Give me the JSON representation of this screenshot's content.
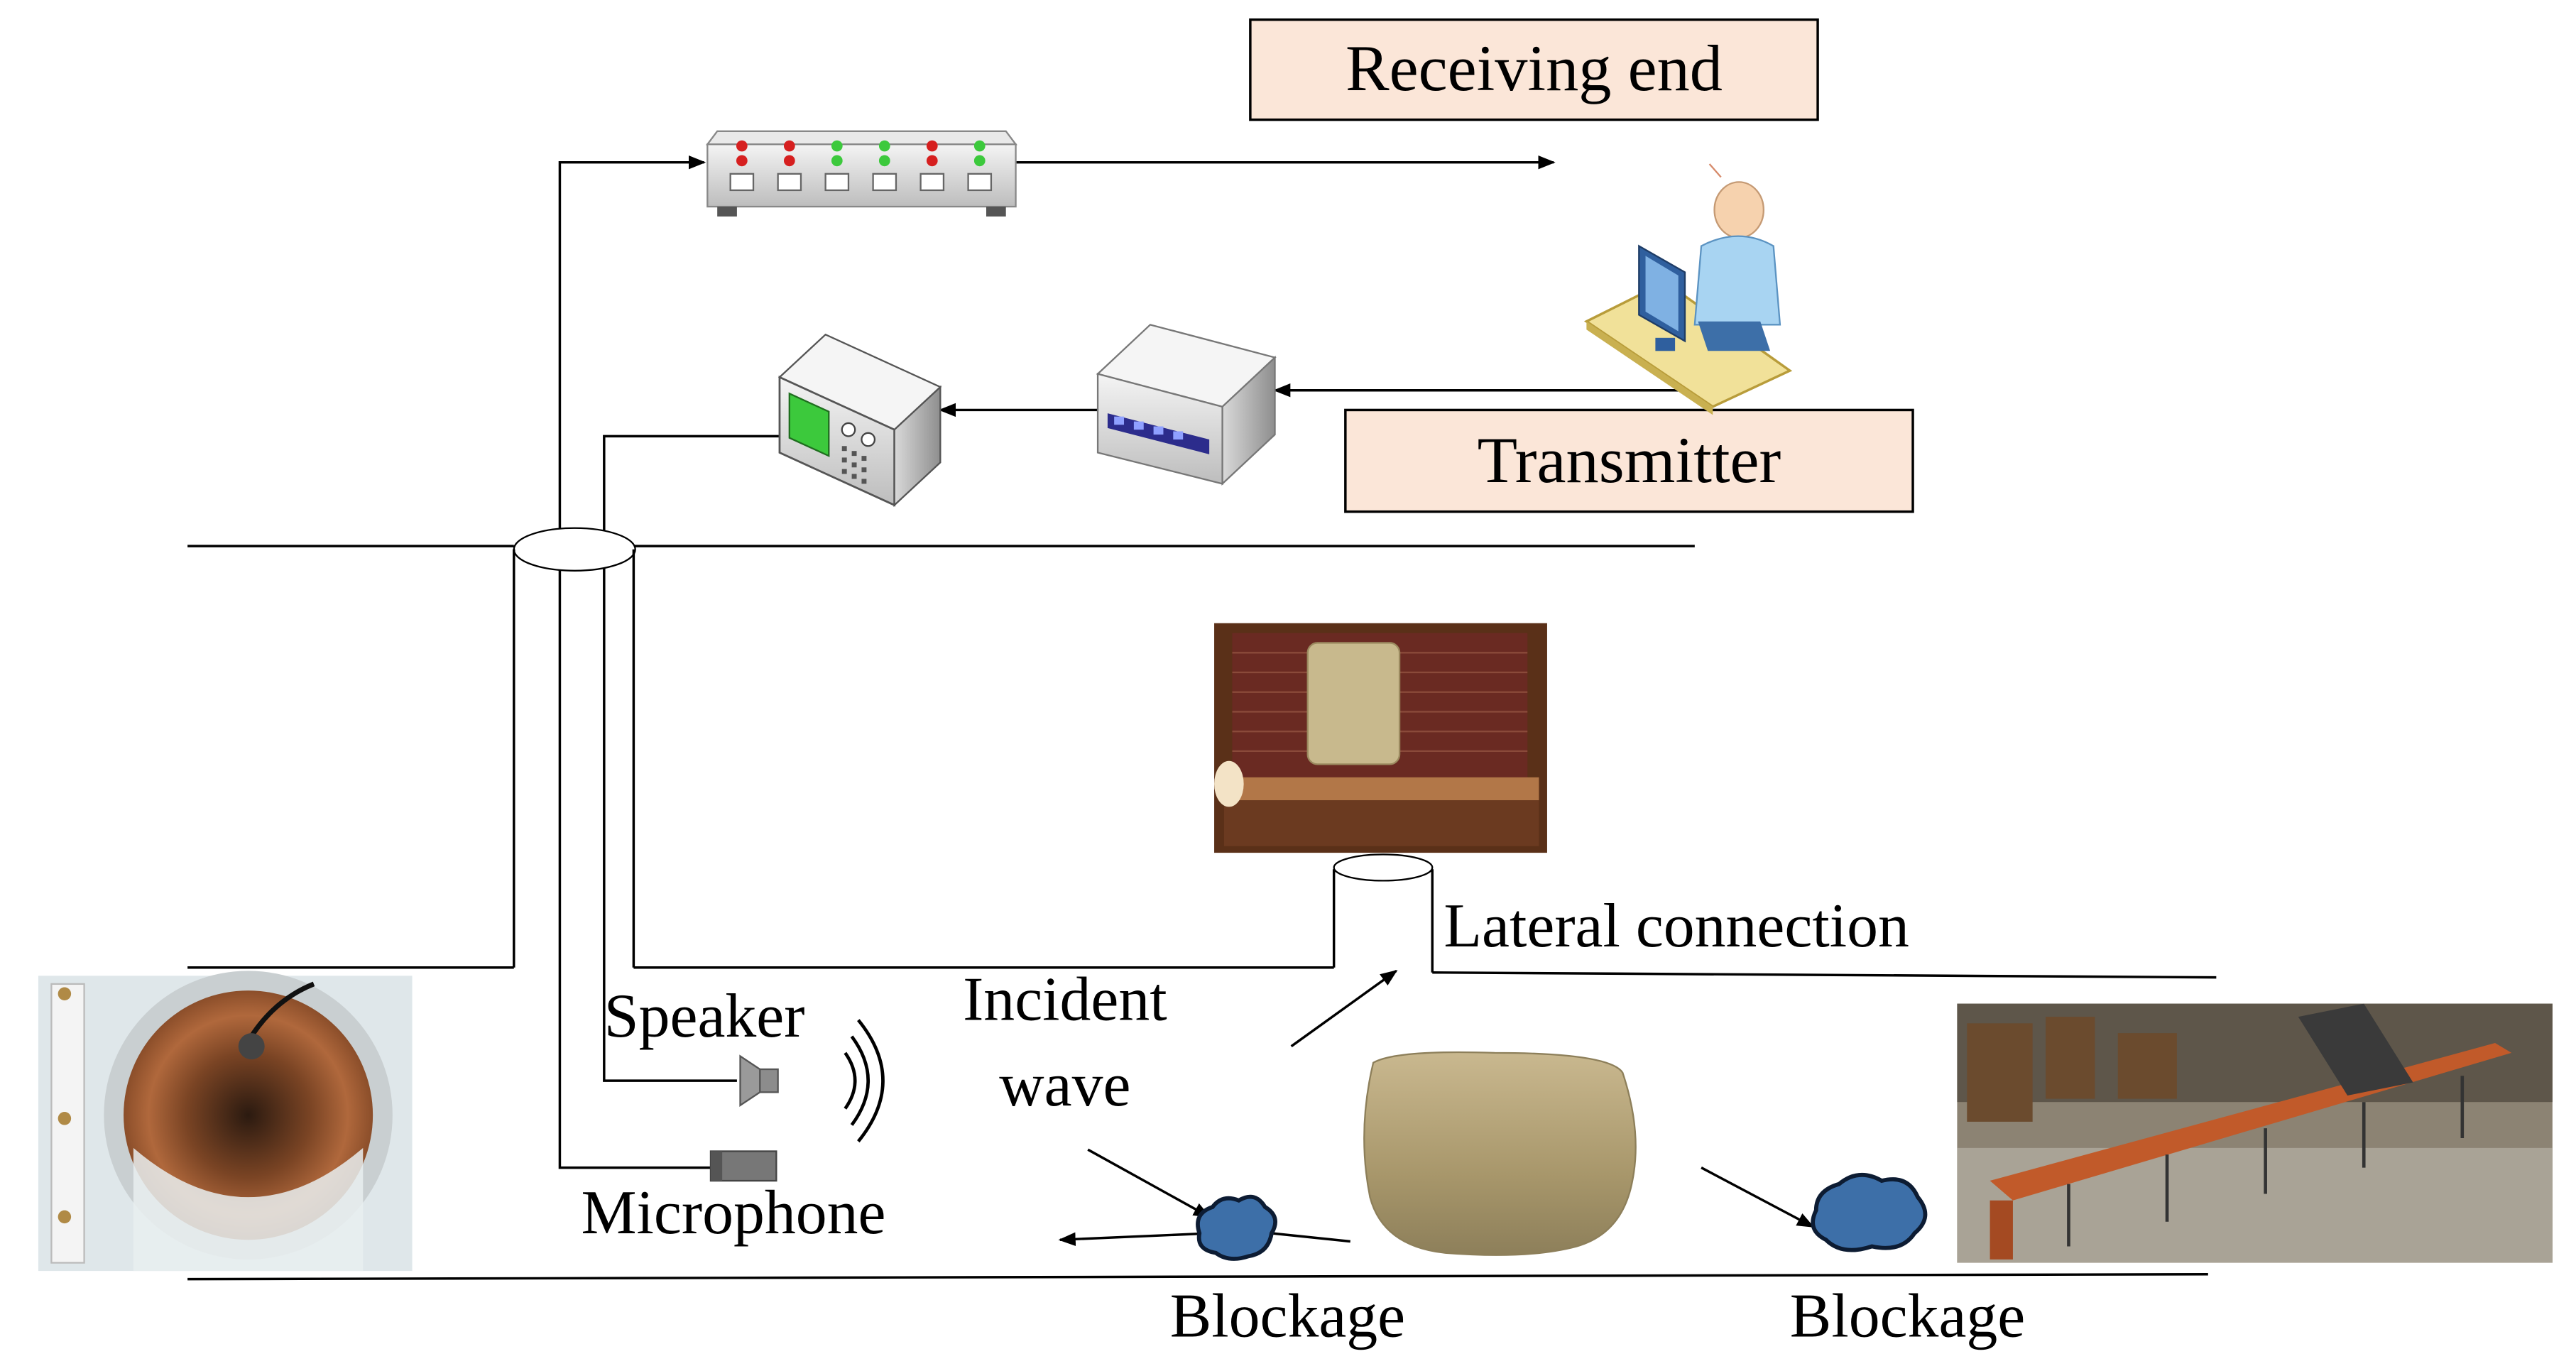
{
  "labels": {
    "receiving_end": "Receiving end",
    "transmitter": "Transmitter",
    "lateral_connection": "Lateral connection",
    "speaker": "Speaker",
    "incident_wave_line1": "Incident",
    "incident_wave_line2": "wave",
    "microphone": "Microphone",
    "blockage_1": "Blockage",
    "blockage_2": "Blockage"
  },
  "colors": {
    "label_box_fill": "#fbe6d8",
    "blockage_fill": "#3d6fa8",
    "led_red": "#d61f1f",
    "led_green": "#3cc93c",
    "line": "#000000"
  },
  "icons": {
    "router": "network-switch-icon",
    "oscilloscope": "oscilloscope-icon",
    "signal_generator": "signal-generator-icon",
    "operator": "computer-operator-icon",
    "speaker": "speaker-icon",
    "microphone": "microphone-icon",
    "blockage": "blockage-blob-icon"
  }
}
